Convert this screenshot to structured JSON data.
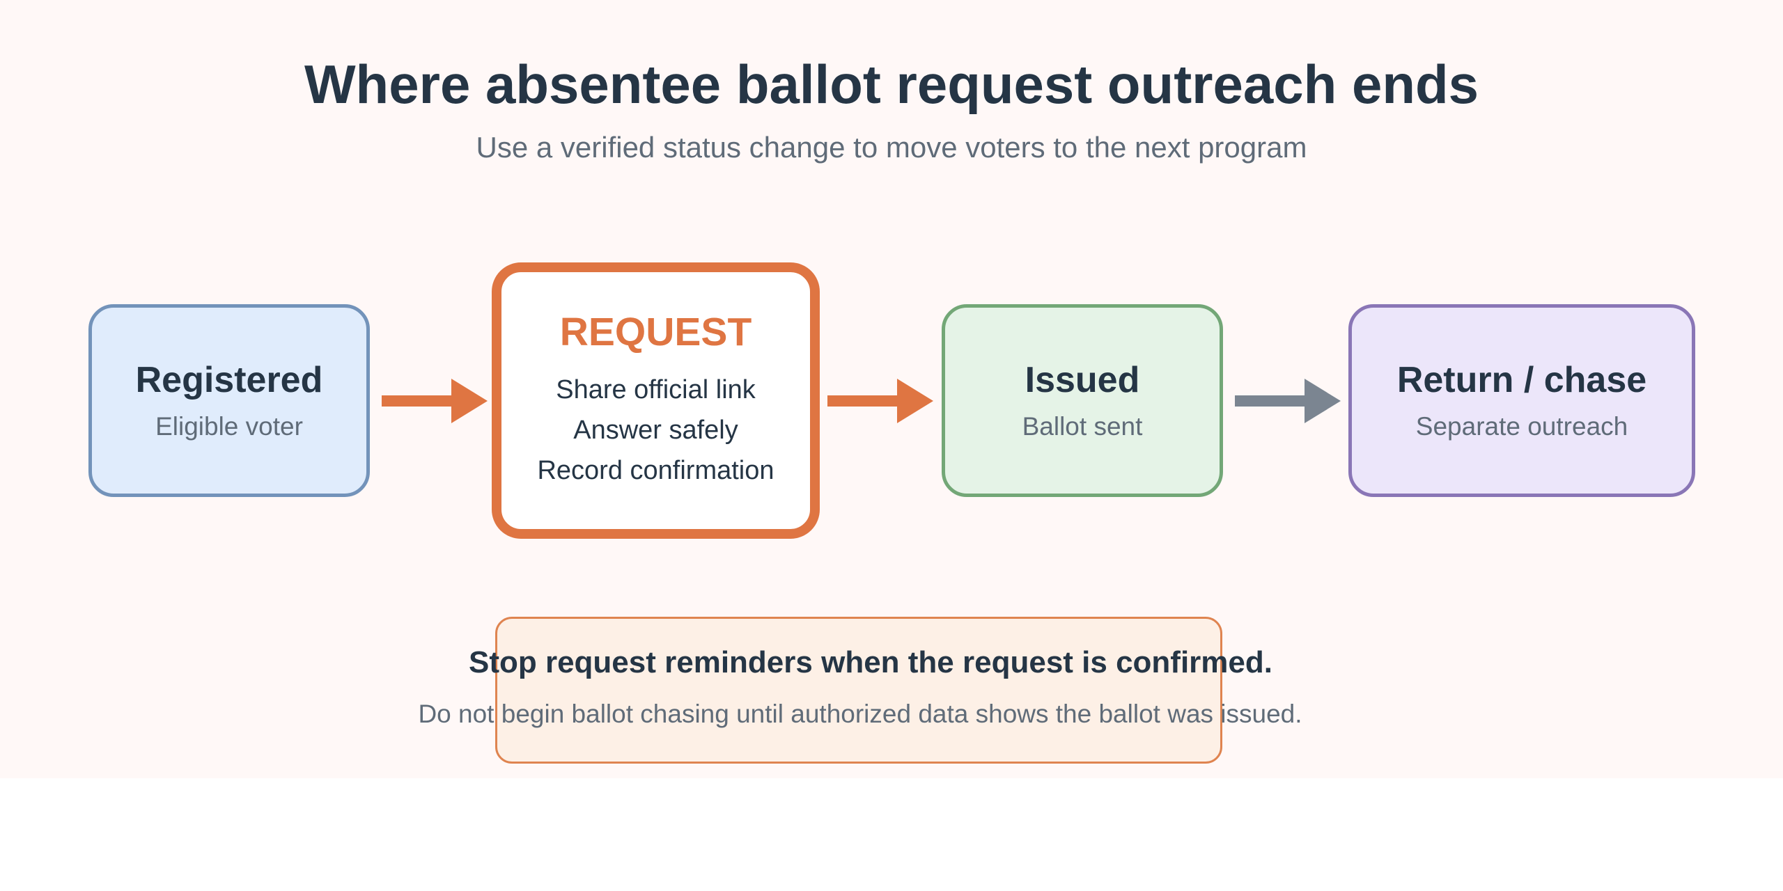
{
  "header": {
    "title": "Where absentee ballot request outreach ends",
    "subtitle": "Use a verified status change to move voters to the next program"
  },
  "stages": {
    "registered": {
      "title": "Registered",
      "subtitle": "Eligible voter"
    },
    "request": {
      "title": "REQUEST",
      "lines": [
        "Share official link",
        "Answer safely",
        "Record confirmation"
      ]
    },
    "issued": {
      "title": "Issued",
      "subtitle": "Ballot sent"
    },
    "return": {
      "title": "Return / chase",
      "subtitle": "Separate outreach"
    }
  },
  "note": {
    "title": "Stop request reminders when the request is confirmed.",
    "subtitle": "Do not begin ballot chasing until authorized data shows the ballot was issued."
  },
  "colors": {
    "background": "#fff8f7",
    "title_text": "#253545",
    "muted_text": "#5f6b78",
    "accent_orange": "#df7542",
    "arrow_gray": "#7b8591",
    "registered_fill": "#e0ecfc",
    "registered_border": "#7393ba",
    "issued_fill": "#e5f3e7",
    "issued_border": "#73a777",
    "return_fill": "#ece6fa",
    "return_border": "#8a76b6",
    "note_fill": "#fdf0e6"
  }
}
